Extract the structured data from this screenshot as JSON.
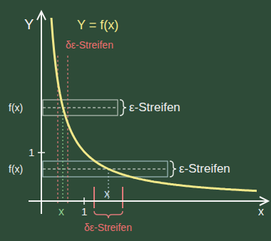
{
  "diagram": {
    "labels": [
      "Y",
      "Y = f(x)",
      "δε-Streifen",
      "f(x)",
      "ε-Streifen",
      "1",
      "f(x)",
      "ε-Streifen",
      "x",
      "1",
      "x",
      "δε-Streifen",
      "x"
    ]
  }
}
